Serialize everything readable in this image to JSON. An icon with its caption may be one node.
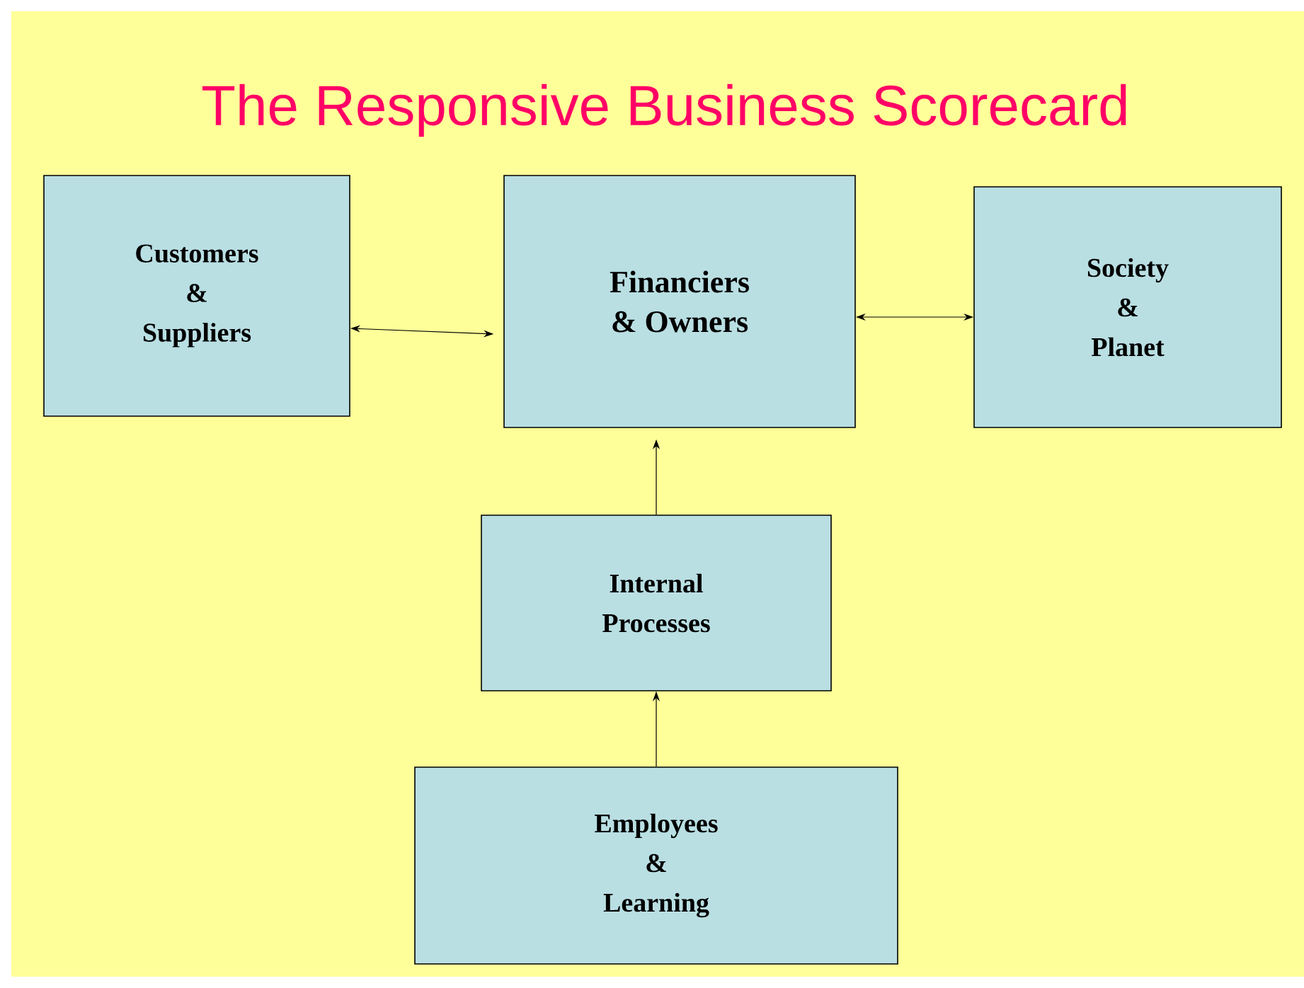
{
  "diagram": {
    "title": "The Responsive Business Scorecard",
    "nodes": [
      {
        "text": [
          "Customers & Suppliers"
        ]
      },
      {
        "text": [
          "Financiers & Owners"
        ]
      },
      {
        "text": [
          "Society & Planet"
        ]
      },
      {
        "text": [
          "Internal Processes"
        ]
      },
      {
        "text": [
          "Employees & Learning"
        ]
      }
    ],
    "edges": [
      {
        "from": 0,
        "to": 1,
        "arrow": "both"
      },
      {
        "from": 1,
        "to": 2,
        "arrow": "both"
      },
      {
        "from": 3,
        "to": 1,
        "arrow": "to"
      },
      {
        "from": 4,
        "to": 3,
        "arrow": "to"
      }
    ]
  }
}
